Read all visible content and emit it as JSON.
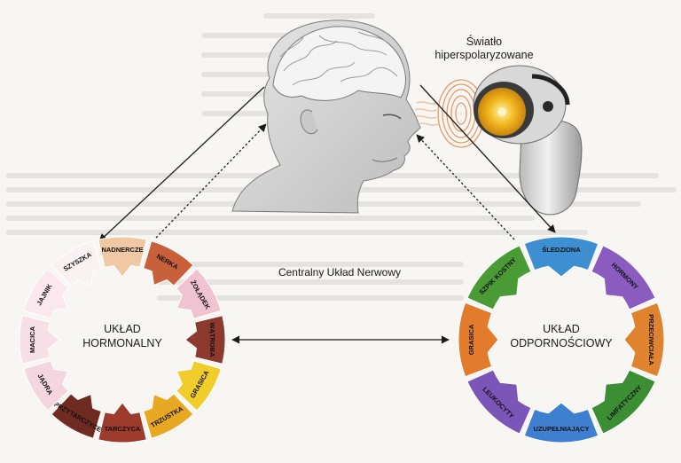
{
  "light_label_line1": "Światło",
  "light_label_line2": "hiperspolaryzowane",
  "center_label": "Centralny Układ Nerwowy",
  "left_circle": {
    "title_line1": "UKŁAD",
    "title_line2": "HORMONALNY",
    "segments": [
      {
        "label": "NADNERCZE",
        "color": "#f0c9a4"
      },
      {
        "label": "NERKA",
        "color": "#c8603b"
      },
      {
        "label": "ŻOŁĄDEK",
        "color": "#f0c3d3"
      },
      {
        "label": "WĄTROBA",
        "color": "#8c3a2e"
      },
      {
        "label": "GRASICA",
        "color": "#f1cd2b"
      },
      {
        "label": "TRZUSTKA",
        "color": "#e7a924"
      },
      {
        "label": "TARCZYCA",
        "color": "#9c3a2c"
      },
      {
        "label": "PRZYTARCZYCE",
        "color": "#6f2b22"
      },
      {
        "label": "JĄDRA",
        "color": "#f3d6e0"
      },
      {
        "label": "MACICA",
        "color": "#f6dfe6"
      },
      {
        "label": "JAJNIK",
        "color": "#fae8ee"
      },
      {
        "label": "SZYSZKA",
        "color": "#faf1f3"
      }
    ]
  },
  "right_circle": {
    "title_line1": "UKŁAD",
    "title_line2": "ODPORNOŚCIOWY",
    "segments": [
      {
        "label": "ŚLEDZIONA",
        "color": "#3e8fd2"
      },
      {
        "label": "HORMONY",
        "color": "#8a5cc0"
      },
      {
        "label": "PRZECIWCIAŁA",
        "color": "#e0832e"
      },
      {
        "label": "LIMFATYCZNY",
        "color": "#3b8e33"
      },
      {
        "label": "UZUPEŁNIAJĄCY",
        "color": "#3f7fcf"
      },
      {
        "label": "LEUKOCYTY",
        "color": "#7c55b8"
      },
      {
        "label": "GRASICA",
        "color": "#e37b2c"
      },
      {
        "label": "SZPIK KOSTNY",
        "color": "#4a9a36"
      }
    ]
  }
}
